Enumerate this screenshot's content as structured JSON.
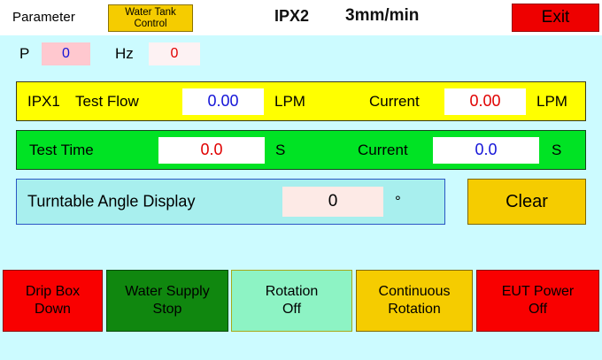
{
  "header": {
    "parameter_label": "Parameter",
    "water_tank_line1": "Water Tank",
    "water_tank_line2": "Control",
    "mode": "IPX2",
    "speed": "3mm/min",
    "exit_label": "Exit"
  },
  "status_row": {
    "p_label": "P",
    "p_value": "0",
    "hz_label": "Hz",
    "hz_value": "0"
  },
  "flow_bar": {
    "channel": "IPX1",
    "label": "Test Flow",
    "set_value": "0.00",
    "set_unit": "LPM",
    "current_label": "Current",
    "current_value": "0.00",
    "current_unit": "LPM"
  },
  "time_bar": {
    "label": "Test Time",
    "set_value": "0.0",
    "set_unit": "S",
    "current_label": "Current",
    "current_value": "0.0",
    "current_unit": "S"
  },
  "turntable": {
    "label": "Turntable Angle Display",
    "value": "0",
    "unit": "°",
    "clear_label": "Clear"
  },
  "buttons": [
    {
      "line1": "Drip Box",
      "line2": "Down"
    },
    {
      "line1": "Water Supply",
      "line2": "Stop"
    },
    {
      "line1": "Rotation",
      "line2": "Off"
    },
    {
      "line1": "Continuous",
      "line2": "Rotation"
    },
    {
      "line1": "EUT Power",
      "line2": "Off"
    }
  ],
  "colors": {
    "background": "#ccfbff",
    "header_bg": "#ffffff",
    "yellow_bar": "#ffff00",
    "green_bar": "#00e324",
    "accent_yellow": "#f5cc00",
    "alarm_red": "#f90000",
    "value_blue": "#1414d8",
    "value_red": "#e00000"
  }
}
